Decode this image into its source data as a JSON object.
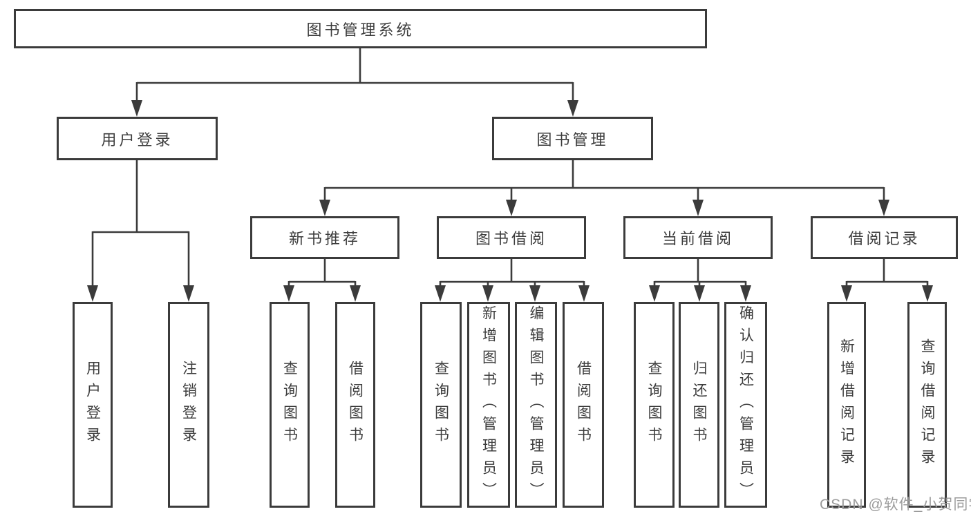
{
  "tree": {
    "root": {
      "label": "图书管理系统"
    },
    "children": [
      {
        "label": "用户登录",
        "children": [
          {
            "label": "用户登录"
          },
          {
            "label": "注销登录"
          }
        ]
      },
      {
        "label": "图书管理",
        "children": [
          {
            "label": "新书推荐",
            "children": [
              {
                "label": "查询图书"
              },
              {
                "label": "借阅图书"
              }
            ]
          },
          {
            "label": "图书借阅",
            "children": [
              {
                "label": "查询图书"
              },
              {
                "label": "新增图书（管理员）"
              },
              {
                "label": "编辑图书（管理员）"
              },
              {
                "label": "借阅图书"
              }
            ]
          },
          {
            "label": "当前借阅",
            "children": [
              {
                "label": "查询图书"
              },
              {
                "label": "归还图书"
              },
              {
                "label": "确认归还（管理员）"
              }
            ]
          },
          {
            "label": "借阅记录",
            "children": [
              {
                "label": "新增借阅记录"
              },
              {
                "label": "查询借阅记录"
              }
            ]
          }
        ]
      }
    ]
  },
  "watermark": {
    "text": "CSDN @软件_小贺同学"
  },
  "colors": {
    "line": "#3b3b3b",
    "box_border": "#3b3b3b",
    "text": "#3d3d3d",
    "watermark": "#9b9b9b",
    "background": "#ffffff"
  }
}
